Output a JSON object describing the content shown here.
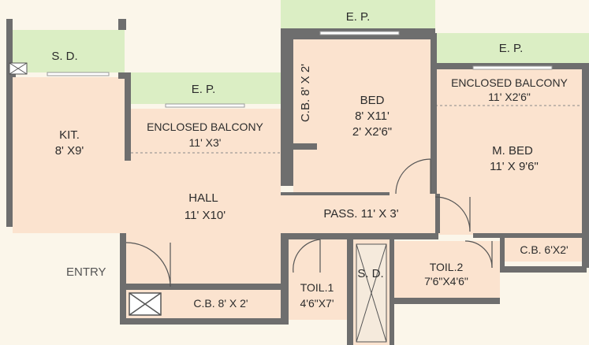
{
  "colors": {
    "background": "#fbf6ea",
    "room": "#fbe3cf",
    "balcony": "#fbe3cf",
    "external": "#dbeec4",
    "wall": "#6e6e6e",
    "text": "#2c2c2c"
  },
  "rooms": {
    "sd_top": "S. D.",
    "ep_top": "E. P.",
    "ep_mid": "E. P.",
    "ep_right": "E. P.",
    "kitchen": {
      "name": "KIT.",
      "size": "8' X9'"
    },
    "enclosed_balcony_left": {
      "name": "ENCLOSED BALCONY",
      "size": "11' X3'"
    },
    "cupboard_bed": "C.B. 8' X 2'",
    "bed": {
      "name": "BED",
      "size": "8' X11'",
      "extra": "2' X2'6\""
    },
    "enclosed_balcony_right": {
      "name": "ENCLOSED BALCONY",
      "size": "11' X2'6\""
    },
    "master_bed": {
      "name": "M. BED",
      "size": "11' X 9'6\""
    },
    "hall": {
      "name": "HALL",
      "size": "11' X10'"
    },
    "passage": "PASS.  11' X 3'",
    "entry": "ENTRY",
    "cupboard_entry": "C.B. 8'  X 2'",
    "toilet1": {
      "name": "TOIL.1",
      "size": "4'6\"X7'"
    },
    "sd_shaft": "S. D.",
    "toilet2": {
      "name": "TOIL.2",
      "size": "7'6\"X4'6\""
    },
    "cupboard_mbed": "C.B. 6'X2'"
  }
}
